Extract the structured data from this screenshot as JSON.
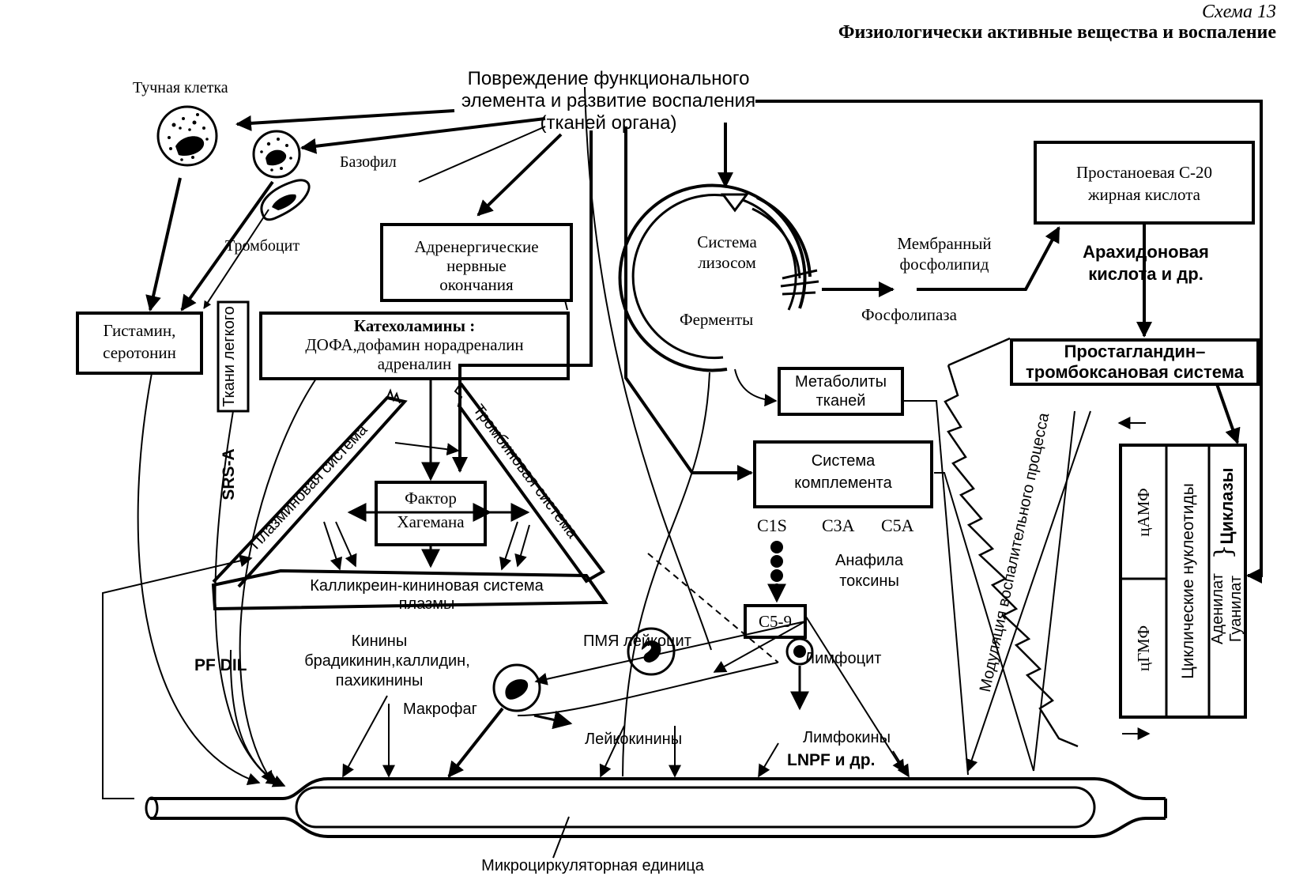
{
  "header": {
    "scheme": "Схема 13",
    "title": "Физиологически активные вещества и воспаление"
  },
  "top": {
    "line1": "Повреждение функционального",
    "line2": "элемента и развитие воспаления",
    "line3": "(тканей органа)"
  },
  "cells": {
    "mast": "Тучная клетка",
    "basophil": "Базофил",
    "platelet": "Тромбоцит",
    "pmn": "ПМЯ лейкоцит",
    "lymphocyte": "Лимфоцит",
    "macrophage": "Макрофаг"
  },
  "boxes": {
    "histamine_1": "Гистамин,",
    "histamine_2": "серотонин",
    "adrenergic_1": "Адренергические",
    "adrenergic_2": "нервные",
    "adrenergic_3": "окончания",
    "catechol_1": "Катехоламины :",
    "catechol_2": "ДОФА,дофамин норадреналин",
    "catechol_3": "адреналин",
    "hageman_1": "Фактор",
    "hageman_2": "Хагемана",
    "kallikrein_1": "Калликреин-кининовая система",
    "kallikrein_2": "плазмы",
    "metabolites_1": "Метаболиты",
    "metabolites_2": "тканей",
    "complement_1": "Система",
    "complement_2": "комплемента",
    "c59": "С5-9",
    "prostanoic_1": "Простаноевая С-20",
    "prostanoic_2": "жирная кислота",
    "pg_1": "Простагландин–",
    "pg_2": "тромбоксановая система",
    "camp": "цАМФ",
    "cgmp": "цГМФ",
    "nucleotides": "Циклические нуклеотиды",
    "cyclases": "Циклазы",
    "adenylate": "Аденилат",
    "guanylate": "Гуанилат"
  },
  "labels": {
    "plasmin": "Плазминовая система",
    "thrombin": "Тромбиновая система",
    "lung": "Ткани легкого",
    "srsa": "SRS-A",
    "lysosome_1": "Система",
    "lysosome_2": "лизосом",
    "enzymes": "Ферменты",
    "membrane_1": "Мембранный",
    "membrane_2": "фосфолипид",
    "phospholipase": "Фосфолипаза",
    "arachidonic_1": "Арахидоновая",
    "arachidonic_2": "кислота и др.",
    "c1s": "С1S",
    "c3a": "С3А",
    "c5a": "С5А",
    "anaphyl_1": "Анафила",
    "anaphyl_2": "токсины",
    "kinins_1": "Кинины",
    "kinins_2": "брадикинин,каллидин,",
    "kinins_3": "пахикинины",
    "pfdil": "PF DIL",
    "leukokinins": "Лейкокинины",
    "lymphokines": "Лимфокины",
    "lnpf": "LNPF  и др.",
    "modulation": "Модуляция воспалительного процесса",
    "microcirc": "Микроциркуляторная единица"
  }
}
